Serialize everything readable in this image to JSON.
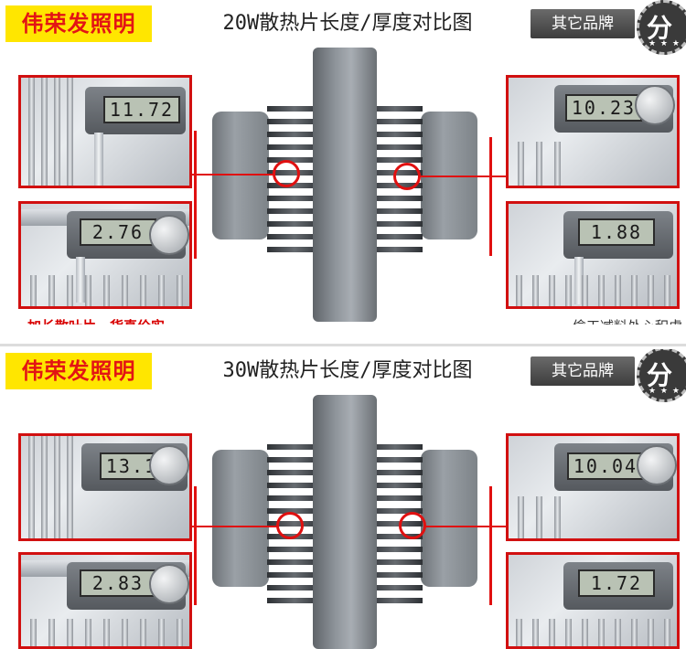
{
  "top": {
    "brand": "伟荣发照明",
    "title": "20W散热片长度/厚度对比图",
    "other_brand": "其它品牌",
    "seal_char": "分",
    "seal_stars": "★ ★ ★",
    "readings": {
      "left_length": "11.72",
      "left_thickness": "2.76",
      "right_length": "10.23",
      "right_thickness": "1.88"
    },
    "caption_left": "加长散叶片，货真价实",
    "caption_right": "偷工减料处心积虑"
  },
  "bottom": {
    "brand": "伟荣发照明",
    "title": "30W散热片长度/厚度对比图",
    "other_brand": "其它品牌",
    "seal_char": "分",
    "seal_stars": "★ ★ ★",
    "readings": {
      "left_length": "13.14",
      "left_thickness": "2.83",
      "right_length": "10.04",
      "right_thickness": "1.72"
    }
  },
  "colors": {
    "brand_bg": "#ffe600",
    "brand_text": "#e31414",
    "highlight_red": "#d11010",
    "other_brand_bg": "#4a4a4a"
  },
  "icons": [
    "caliper-icon",
    "lamp-heatsink-icon",
    "seal-badge-icon"
  ]
}
